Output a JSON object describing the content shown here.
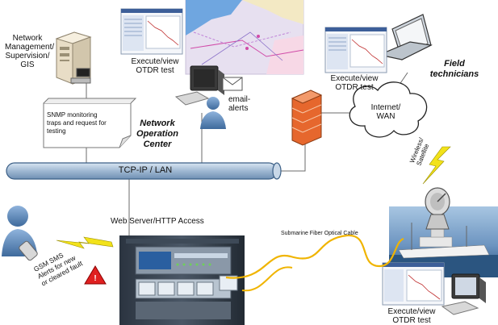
{
  "labels": {
    "network_management": "Network\nManagement/\nSupervision/\nGIS",
    "snmp_note": "SNMP monitoring\ntraps and request for\ntesting",
    "execute_view_top": "Execute/view\nOTDR test",
    "email_alerts": "email-\nalerts",
    "noc": "Network\nOperation\nCenter",
    "execute_view_right": "Execute/view\nOTDR test",
    "field_technicians": "Field\ntechnicians",
    "internet_wan": "Internet/\nWAN",
    "lan_bus": "TCP-IP / LAN",
    "wireless_satellite": "Wireless/\nSatellite",
    "web_server": "Web Server/HTTP Access",
    "submarine_cable": "Submarine Fiber Optical Cable",
    "gsm_sms": "GSM SMS\nAlerts for new\nor cleared fault",
    "execute_view_bottom": "Execute/view\nOTDR test",
    "warning_symbol": "!"
  },
  "colors": {
    "bus_fill": "#a7bfd8",
    "bus_stroke": "#3b5f86",
    "cable": "#f0b400",
    "lightning": "#f2e21a",
    "firewall": "#e6672d",
    "person": "#5a86b6",
    "warning": "#e02020"
  }
}
